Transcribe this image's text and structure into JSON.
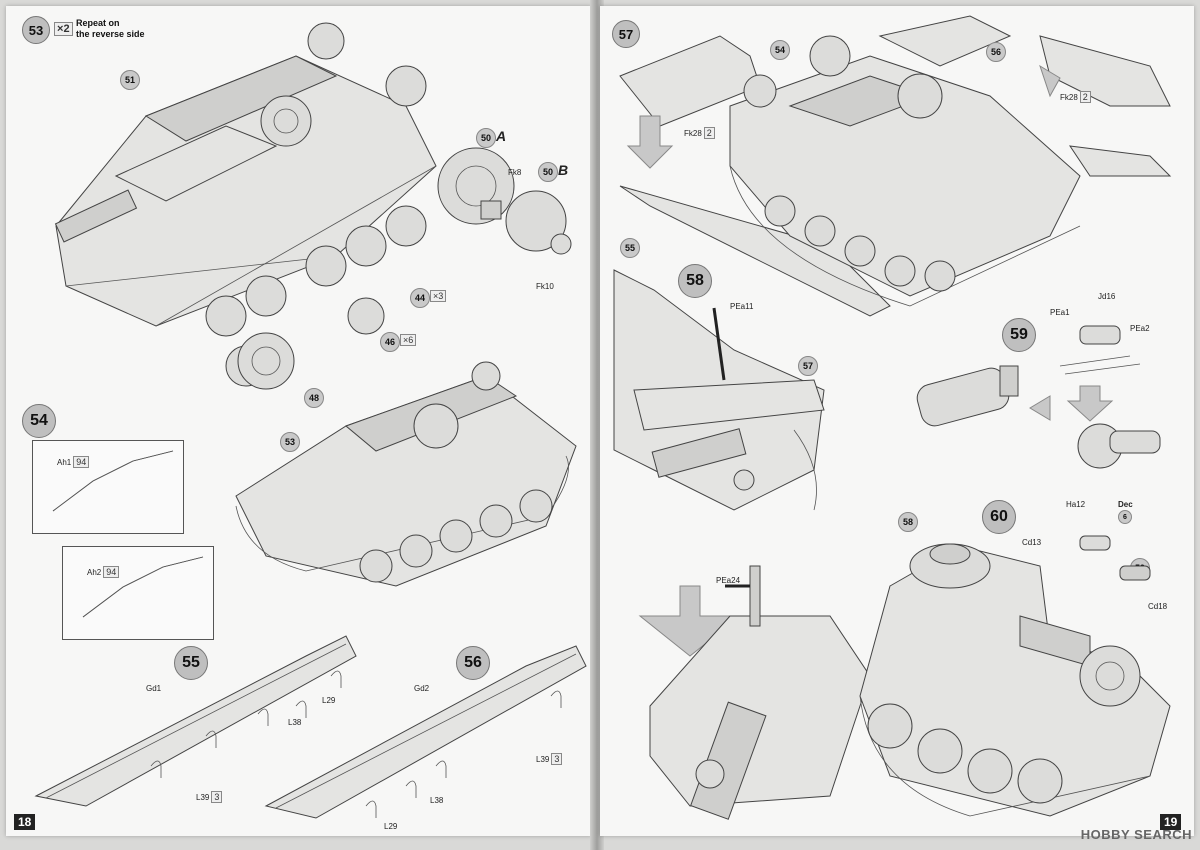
{
  "left_page": {
    "page_number": "18",
    "step53": {
      "number": "53",
      "repeat_qty": "2",
      "repeat_text_1": "Repeat on",
      "repeat_text_2": "the reverse side",
      "parts": {
        "p51": "51",
        "p50a": "50",
        "p50a_suffix": "A",
        "fk8": "Fk8",
        "p50b": "50",
        "p50b_suffix": "B",
        "fk10": "Fk10",
        "p44": "44",
        "p44_qty": "3",
        "p46": "46",
        "p46_qty": "6",
        "p48": "48"
      }
    },
    "step54": {
      "number": "54",
      "parts": {
        "p53": "53",
        "ah1": "Ah1",
        "ah1_qty": "94",
        "ah2": "Ah2",
        "ah2_qty": "94"
      }
    },
    "step55": {
      "number": "55",
      "parts": {
        "gd1": "Gd1",
        "l29": "L29",
        "l38": "L38",
        "l39": "L39",
        "l39_qty": "3"
      }
    },
    "step56": {
      "number": "56",
      "parts": {
        "gd2": "Gd2",
        "l39": "L39",
        "l39_qty": "3",
        "l38": "L38",
        "l29": "L29"
      }
    }
  },
  "right_page": {
    "page_number": "19",
    "step57": {
      "number": "57",
      "parts": {
        "p54": "54",
        "p56": "56",
        "p55": "55",
        "fk28a": "Fk28",
        "fk28a_qty": "2",
        "fk28b": "Fk28",
        "fk28b_qty": "2"
      }
    },
    "step58": {
      "number": "58",
      "parts": {
        "pea11": "PEa11",
        "p57": "57",
        "pea24": "PEa24"
      }
    },
    "step59": {
      "number": "59",
      "parts": {
        "pea1": "PEa1",
        "jd16": "Jd16",
        "pea2": "PEa2"
      }
    },
    "step60": {
      "number": "60",
      "parts": {
        "p58": "58",
        "cd13": "Cd13",
        "ha12": "Ha12",
        "dec": "Dec",
        "dec_no": "6",
        "p59": "59",
        "cd18": "Cd18"
      }
    }
  },
  "watermark": "HOBBY SEARCH"
}
